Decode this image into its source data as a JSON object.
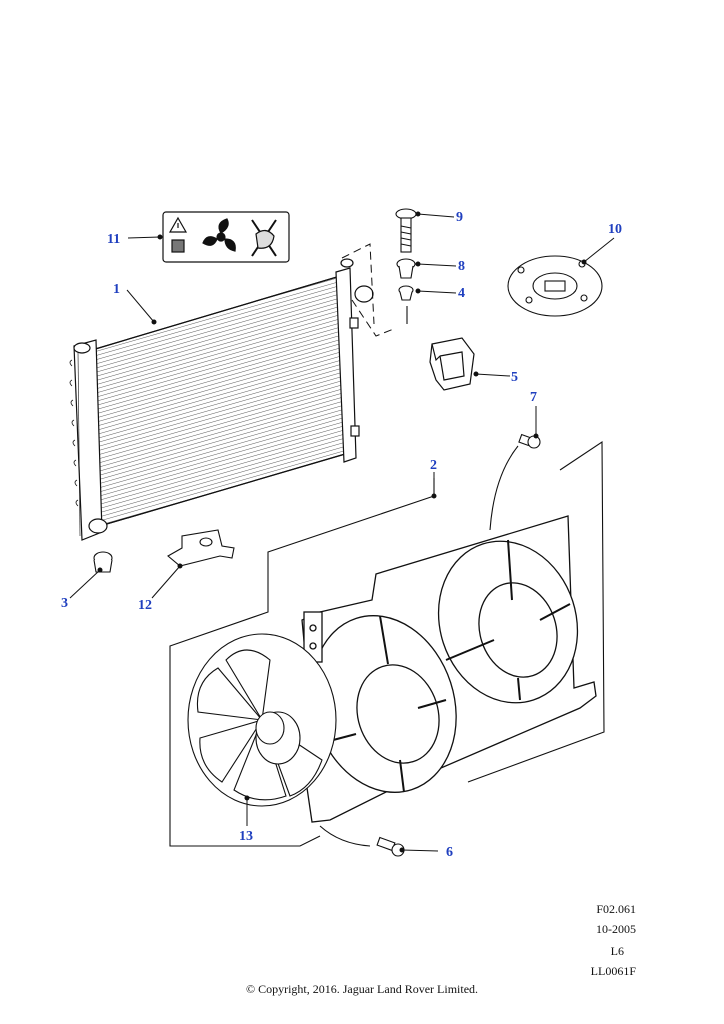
{
  "callouts": {
    "c1": "1",
    "c2": "2",
    "c3": "3",
    "c4": "4",
    "c5": "5",
    "c6": "6",
    "c7": "7",
    "c8": "8",
    "c9": "9",
    "c10": "10",
    "c11": "11",
    "c12": "12",
    "c13": "13"
  },
  "meta": {
    "figure": "F02.061",
    "date": "10-2005",
    "variant": "L6",
    "code": "LL0061F"
  },
  "copyright": "© Copyright, 2016. Jaguar Land Rover Limited.",
  "colors": {
    "callout": "#1f3fbf",
    "line": "#111111"
  }
}
